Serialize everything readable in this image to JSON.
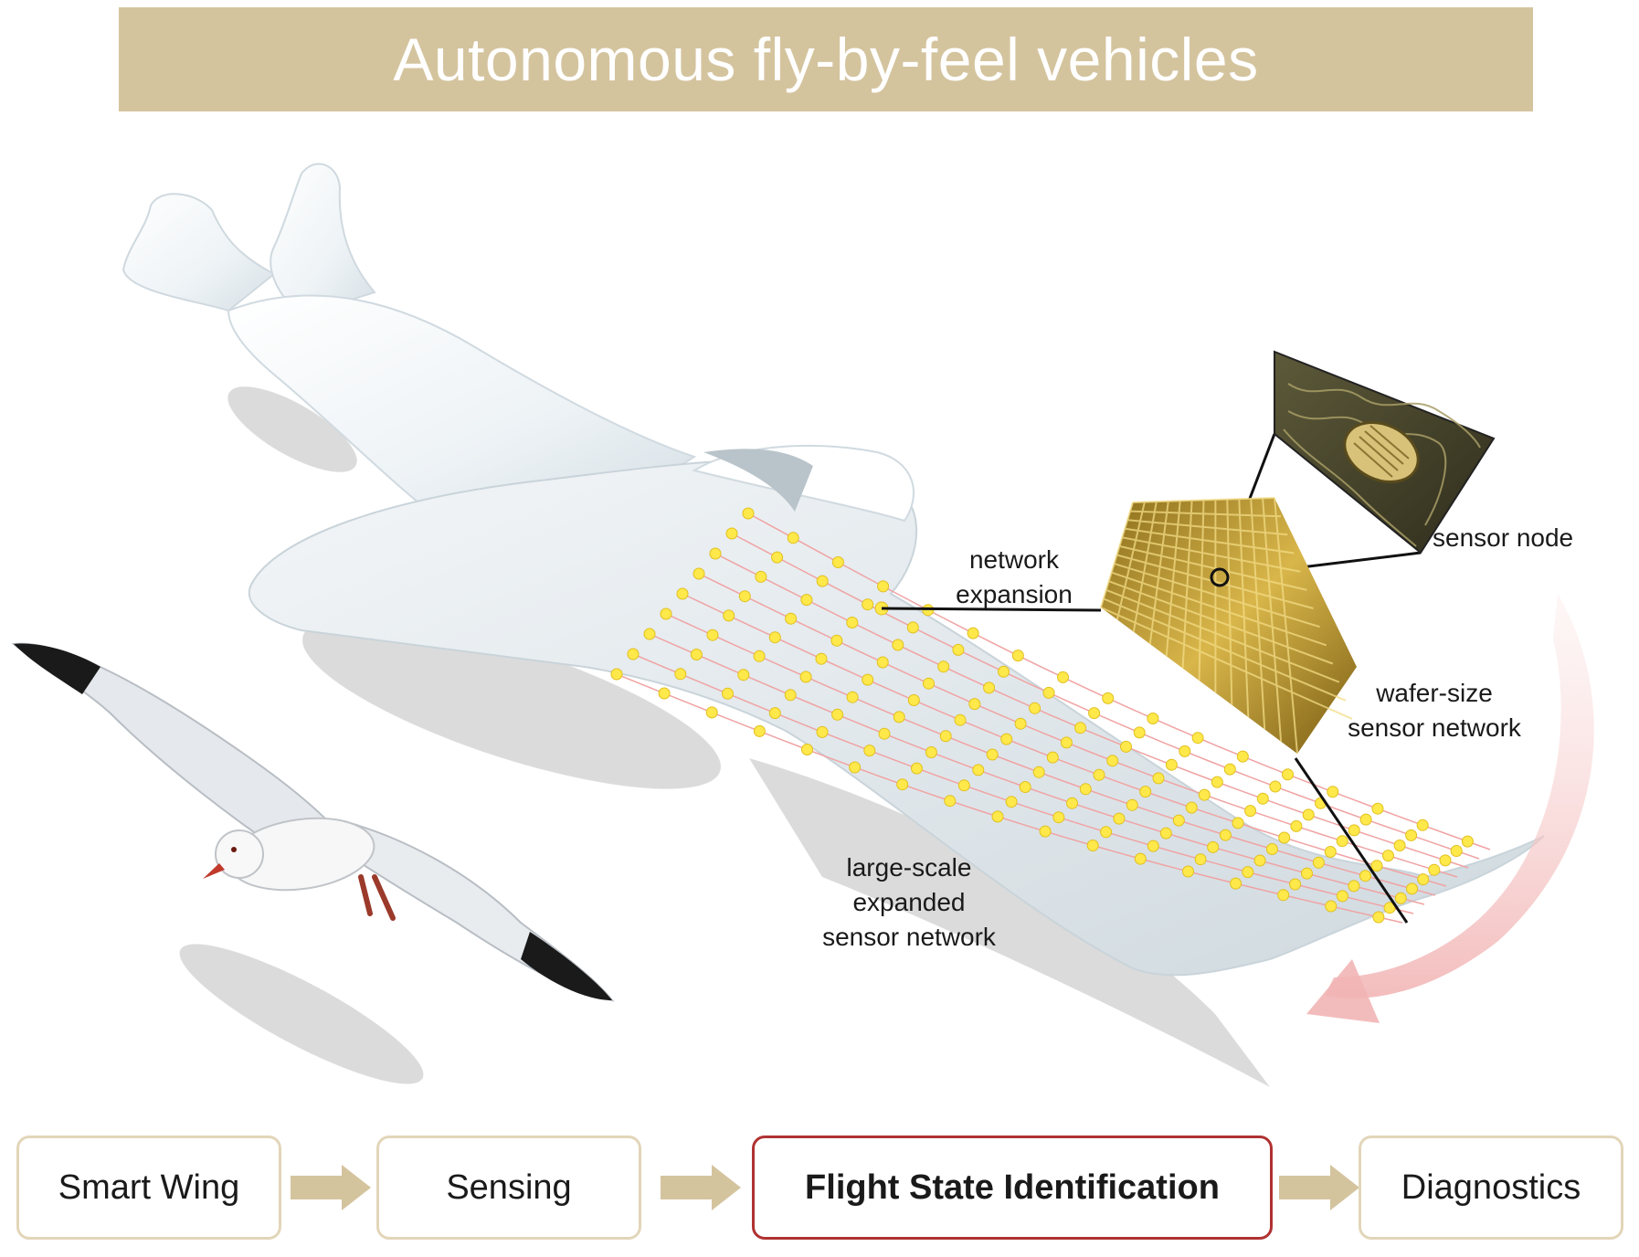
{
  "title": "Autonomous fly-by-feel vehicles",
  "labels": {
    "network_expansion": [
      "network",
      "expansion"
    ],
    "sensor_node": "sensor node",
    "wafer_size": [
      "wafer-size",
      "sensor network"
    ],
    "large_scale": [
      "large-scale",
      "expanded",
      "sensor network"
    ]
  },
  "flow": {
    "steps": [
      "Smart Wing",
      "Sensing",
      "Flight State Identification",
      "Diagnostics"
    ],
    "active_step": "Flight State Identification"
  },
  "colors": {
    "banner": "#d4c49e",
    "flow_border": "#e2d6b9",
    "active_border": "#b03232",
    "arrow": "#d4c49e",
    "sensor_dot": "#ffe84a",
    "wafer_gold": "#c9a43a",
    "return_arrow": "#f6cccc"
  },
  "icons": [
    "aircraft-illustration",
    "seagull-illustration",
    "sensor-node-photo",
    "wafer-sensor-network-photo",
    "return-arrow-icon"
  ]
}
